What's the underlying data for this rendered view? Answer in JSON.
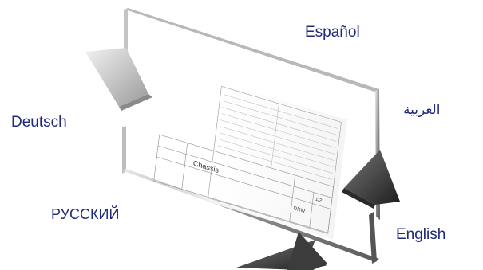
{
  "languages": {
    "spanish": "Español",
    "german": "Deutsch",
    "arabic": "العربية",
    "russian": "РУССКИЙ",
    "english": "English"
  },
  "drawing": {
    "title_block": {
      "part_name": "Chassis",
      "sheet": "1/2",
      "doc_type": "DRW"
    }
  },
  "colors": {
    "label": "#1f2a7a",
    "frame": "#9a9a9a",
    "arrow_light": "#c8c8c8",
    "arrow_dark": "#3a3a3a"
  },
  "icons": [
    "arrow-down-icon",
    "arrow-up-icon",
    "arrow-right-icon"
  ]
}
